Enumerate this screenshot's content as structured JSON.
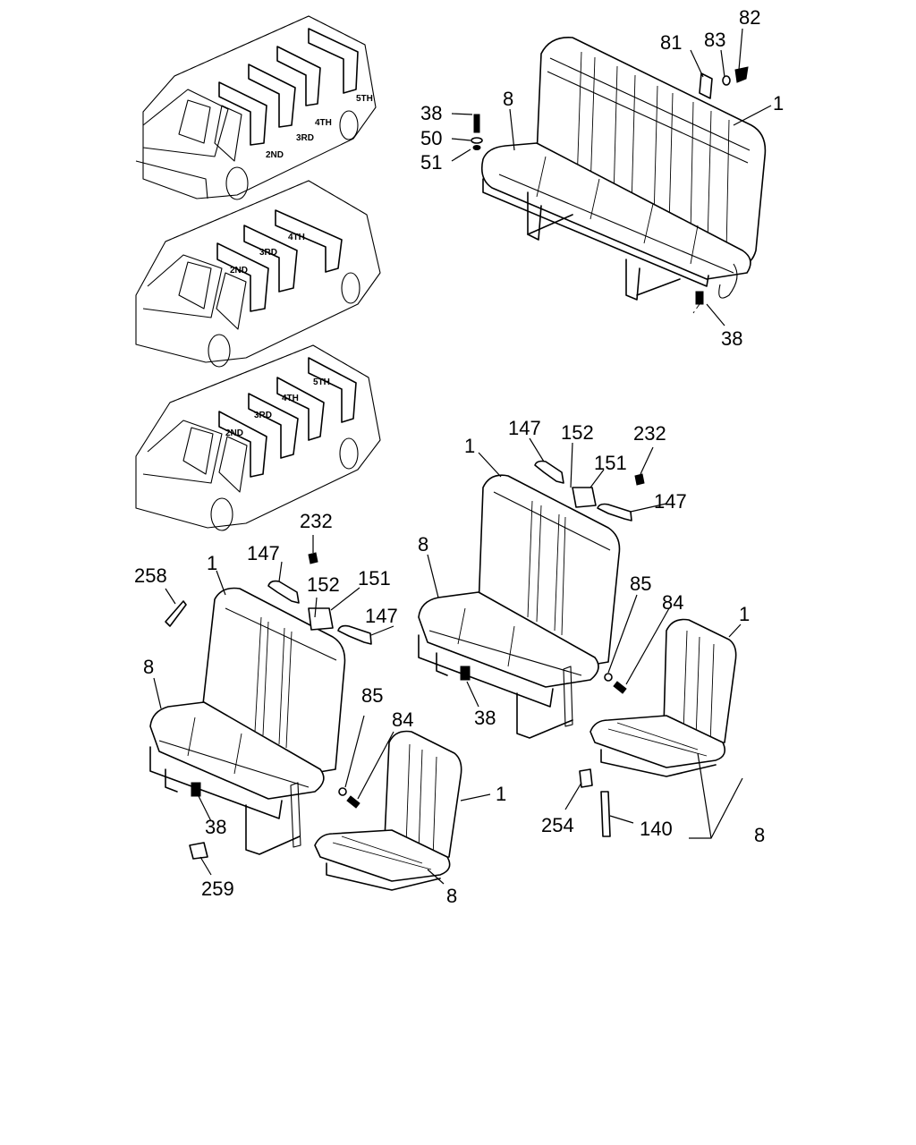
{
  "vans": [
    {
      "rows": [
        "2ND",
        "3RD",
        "4TH",
        "5TH"
      ]
    },
    {
      "rows": [
        "2ND",
        "3RD",
        "4TH"
      ]
    },
    {
      "rows": [
        "2ND",
        "3RD",
        "4TH",
        "5TH"
      ]
    }
  ],
  "callouts": {
    "top_bench": [
      "82",
      "81",
      "83",
      "1",
      "38",
      "8",
      "50",
      "51",
      "38"
    ],
    "middle_bench": [
      "147",
      "152",
      "232",
      "1",
      "151",
      "147",
      "8",
      "85",
      "84",
      "1",
      "38",
      "254",
      "140",
      "8"
    ],
    "lower_bench": [
      "232",
      "258",
      "147",
      "1",
      "152",
      "151",
      "147",
      "8",
      "85",
      "84",
      "1",
      "38",
      "259",
      "8"
    ]
  }
}
